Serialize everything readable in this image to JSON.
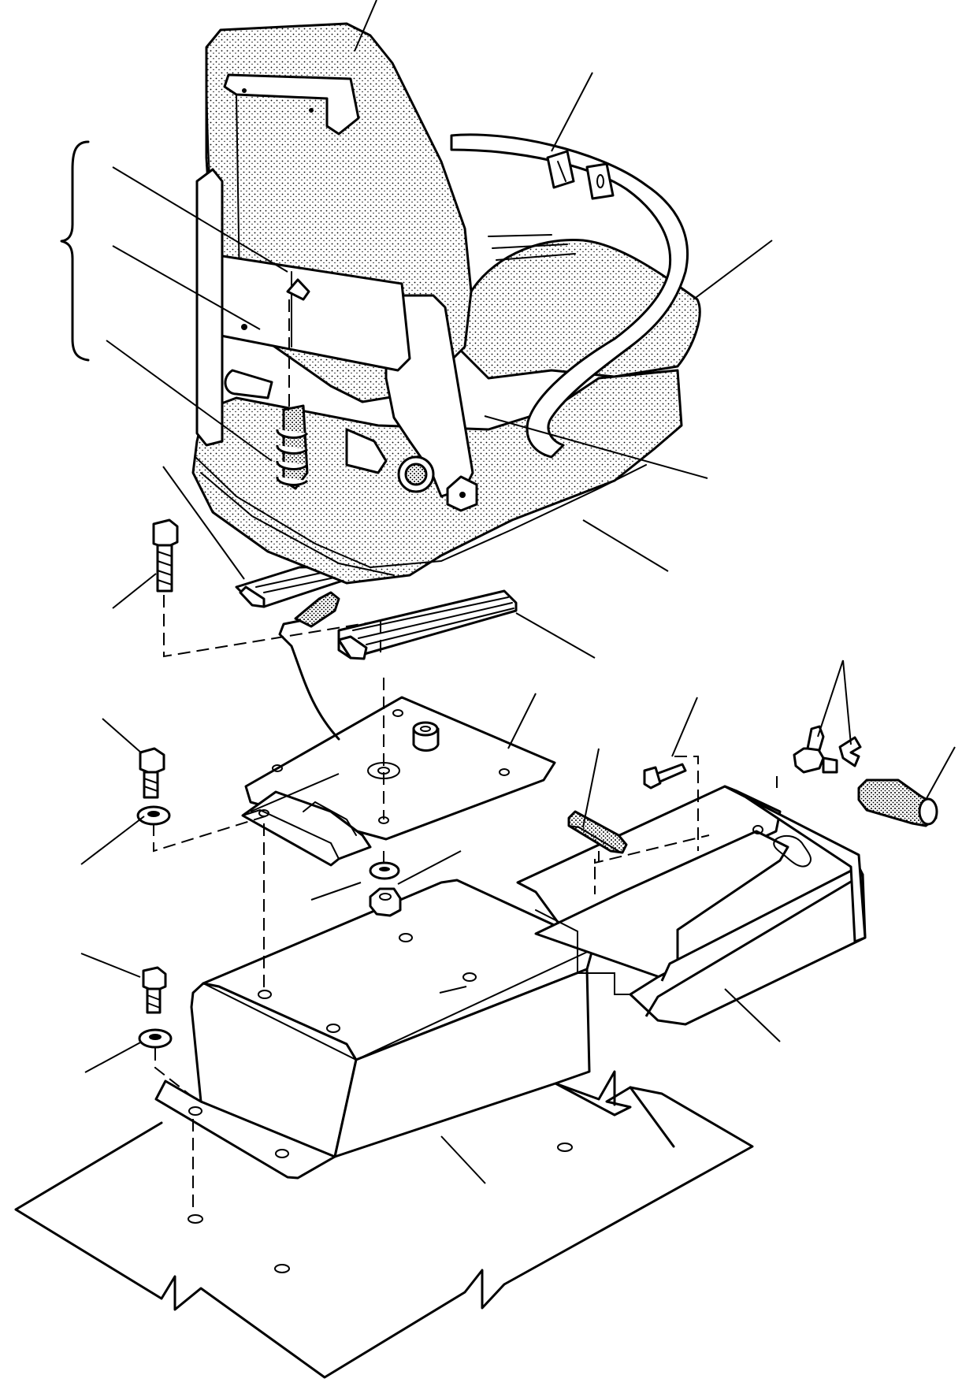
{
  "figure": {
    "parts": [
      "seat-backrest",
      "seat-belt-buckle",
      "seat-cushion",
      "suspension-assembly",
      "seat-slide-rail-left",
      "seat-slide-rail-right",
      "slide-lever",
      "seat-mounting-plate",
      "seat-support-box",
      "storage-tray",
      "tray-rail-clip",
      "tray-screw",
      "tray-latch",
      "tray-latch-knob",
      "bolt",
      "washer",
      "nut",
      "cab-floor"
    ]
  }
}
